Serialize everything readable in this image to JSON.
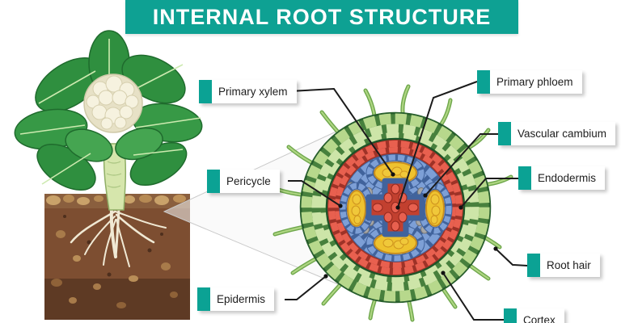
{
  "header": {
    "title": "INTERNAL ROOT STRUCTURE"
  },
  "labels": [
    {
      "text": "Primary xylem",
      "side": "left"
    },
    {
      "text": "Primary phloem",
      "side": "right"
    },
    {
      "text": "Vascular cambium",
      "side": "right"
    },
    {
      "text": "Pericycle",
      "side": "left"
    },
    {
      "text": "Endodermis",
      "side": "right"
    },
    {
      "text": "Root hair",
      "side": "right"
    },
    {
      "text": "Epidermis",
      "side": "left"
    },
    {
      "text": "Cortex",
      "side": "right"
    }
  ],
  "icons": {
    "plant": "cauliflower-plant-in-soil-illustration",
    "figure": "root-cross-section-magnified",
    "label_marker": "teal-rectangle-marker"
  },
  "colors": {
    "banner_teal": "#0EA193",
    "marker_teal": "#0BA294",
    "epidermis_green": "#B7D88C",
    "cortex_green": "#CDE5A8",
    "endodermis_red": "#E8604F",
    "stele_blue": "#7D9FD6",
    "xylem_yellow": "#EEC22F",
    "cambium_gray": "#A6A6A6",
    "soil_brown": "#7D4E31",
    "leader_line": "#1B1B1B"
  }
}
